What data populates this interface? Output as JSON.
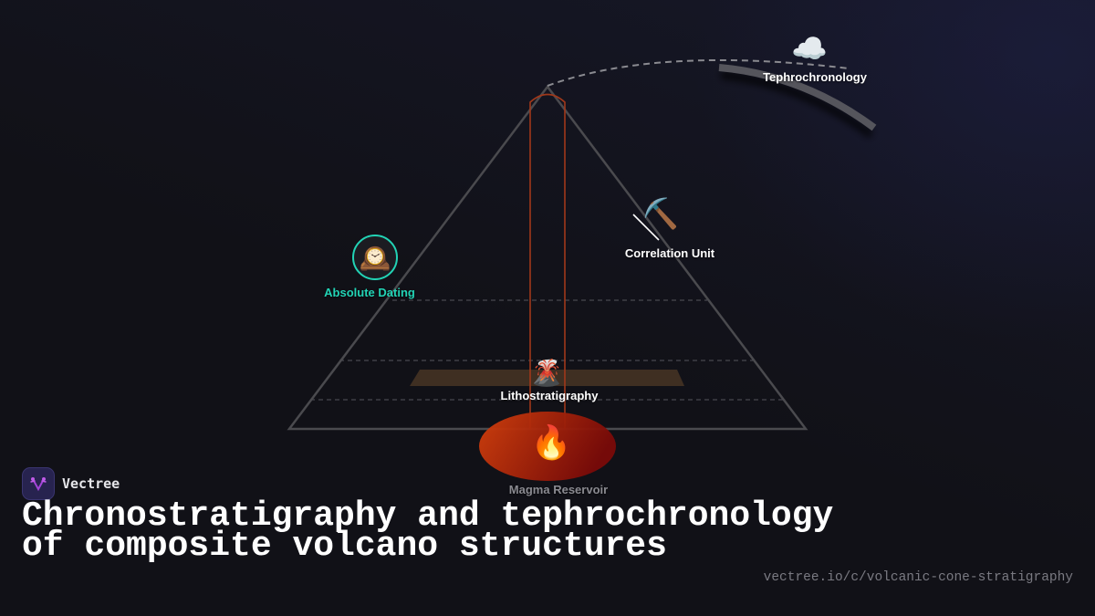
{
  "diagram": {
    "nodes": [
      {
        "id": "tephrochronology",
        "label": "Tephrochronology",
        "icon": "cloud-icon",
        "glyph": "☁️"
      },
      {
        "id": "correlation_unit",
        "label": "Correlation Unit",
        "icon": "pickaxe-icon",
        "glyph": "⛏️"
      },
      {
        "id": "absolute_dating",
        "label": "Absolute Dating",
        "icon": "mantelpiece-clock-icon",
        "glyph": "🕰️"
      },
      {
        "id": "lithostratigraphy",
        "label": "Lithostratigraphy",
        "icon": "volcano-icon",
        "glyph": "🌋"
      },
      {
        "id": "magma_reservoir",
        "label": "Magma Reservoir",
        "icon": "fire-icon",
        "glyph": "🔥"
      }
    ],
    "colors": {
      "background": "#111117",
      "cone_outline": "#4a4a4e",
      "conduit": "#a0381a",
      "absolute_dating_accent": "#22d3b5",
      "layer_band": "#3f2f22",
      "magma_start": "#d4400c",
      "magma_end": "#7a0a08",
      "ash_plume": "#55555c",
      "dashed_arc": "#8a8a90"
    }
  },
  "brand": {
    "name": "Vectree",
    "logo_icon": "vectree-logo-icon"
  },
  "page": {
    "title": "Chronostratigraphy and tephrochronology of composite volcano structures",
    "url": "vectree.io/c/volcanic-cone-stratigraphy"
  }
}
